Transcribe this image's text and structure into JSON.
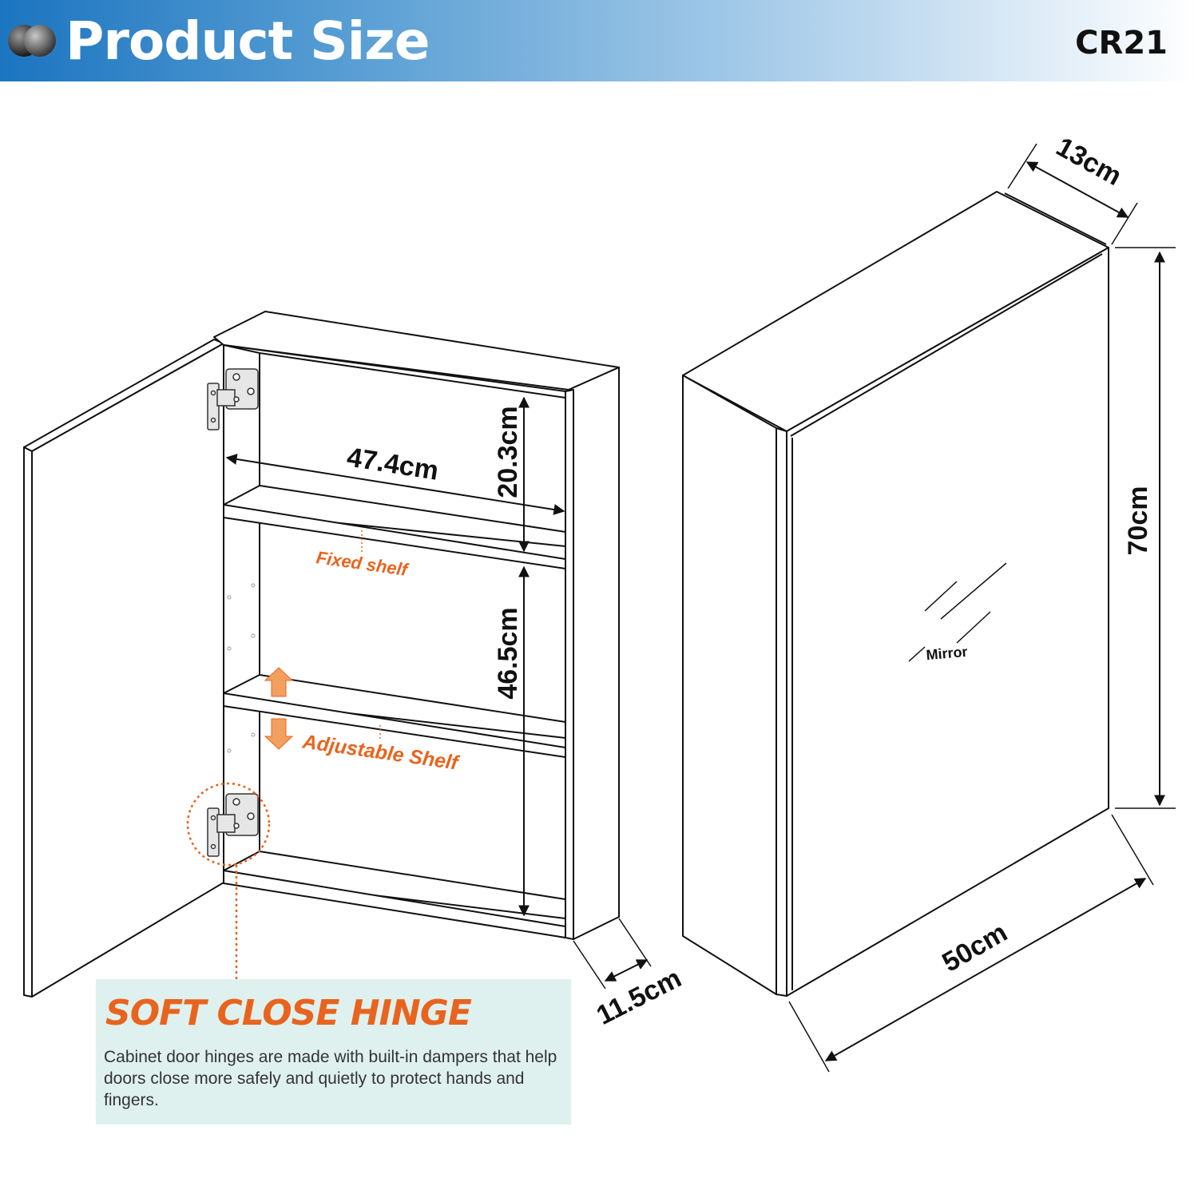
{
  "header": {
    "title": "Product Size",
    "model": "CR21",
    "colors": {
      "gradient_start": "#1c75c0",
      "gradient_end": "#ffffff"
    }
  },
  "open_cabinet": {
    "width_label": "47.4cm",
    "top_compartment_label": "20.3cm",
    "lower_compartment_label": "46.5cm",
    "inner_depth_label": "11.5cm",
    "fixed_shelf_label": "Fixed shelf",
    "adjustable_shelf_label": "Adjustable Shelf"
  },
  "closed_cabinet": {
    "depth_label": "13cm",
    "height_label": "70cm",
    "width_label": "50cm",
    "mirror_label": "Mirror"
  },
  "hinge_info": {
    "title": "SOFT CLOSE HINGE",
    "description": "Cabinet door hinges are made with built-in dampers that help doors close more safely and quietly to protect hands and fingers."
  },
  "colors": {
    "accent": "#e8641e",
    "info_box": "#dff1ef",
    "line": "#111111"
  }
}
